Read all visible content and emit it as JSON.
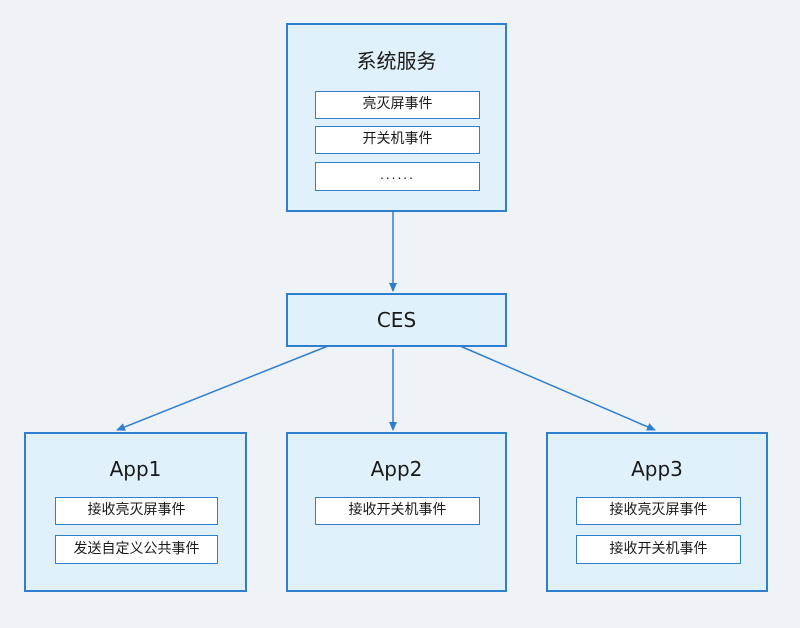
{
  "system_service": {
    "title": "系统服务",
    "items": [
      "亮灭屏事件",
      "开关机事件",
      "......"
    ]
  },
  "ces": {
    "label": "CES"
  },
  "apps": [
    {
      "title": "App1",
      "items": [
        "接收亮灭屏事件",
        "发送自定义公共事件"
      ]
    },
    {
      "title": "App2",
      "items": [
        "接收开关机事件"
      ]
    },
    {
      "title": "App3",
      "items": [
        "接收亮灭屏事件",
        "接收开关机事件"
      ]
    }
  ],
  "colors": {
    "background": "#eff3f8",
    "box_fill": "#e1f1fc",
    "border": "#2f7fcf",
    "arrow": "#2f7fcf"
  }
}
